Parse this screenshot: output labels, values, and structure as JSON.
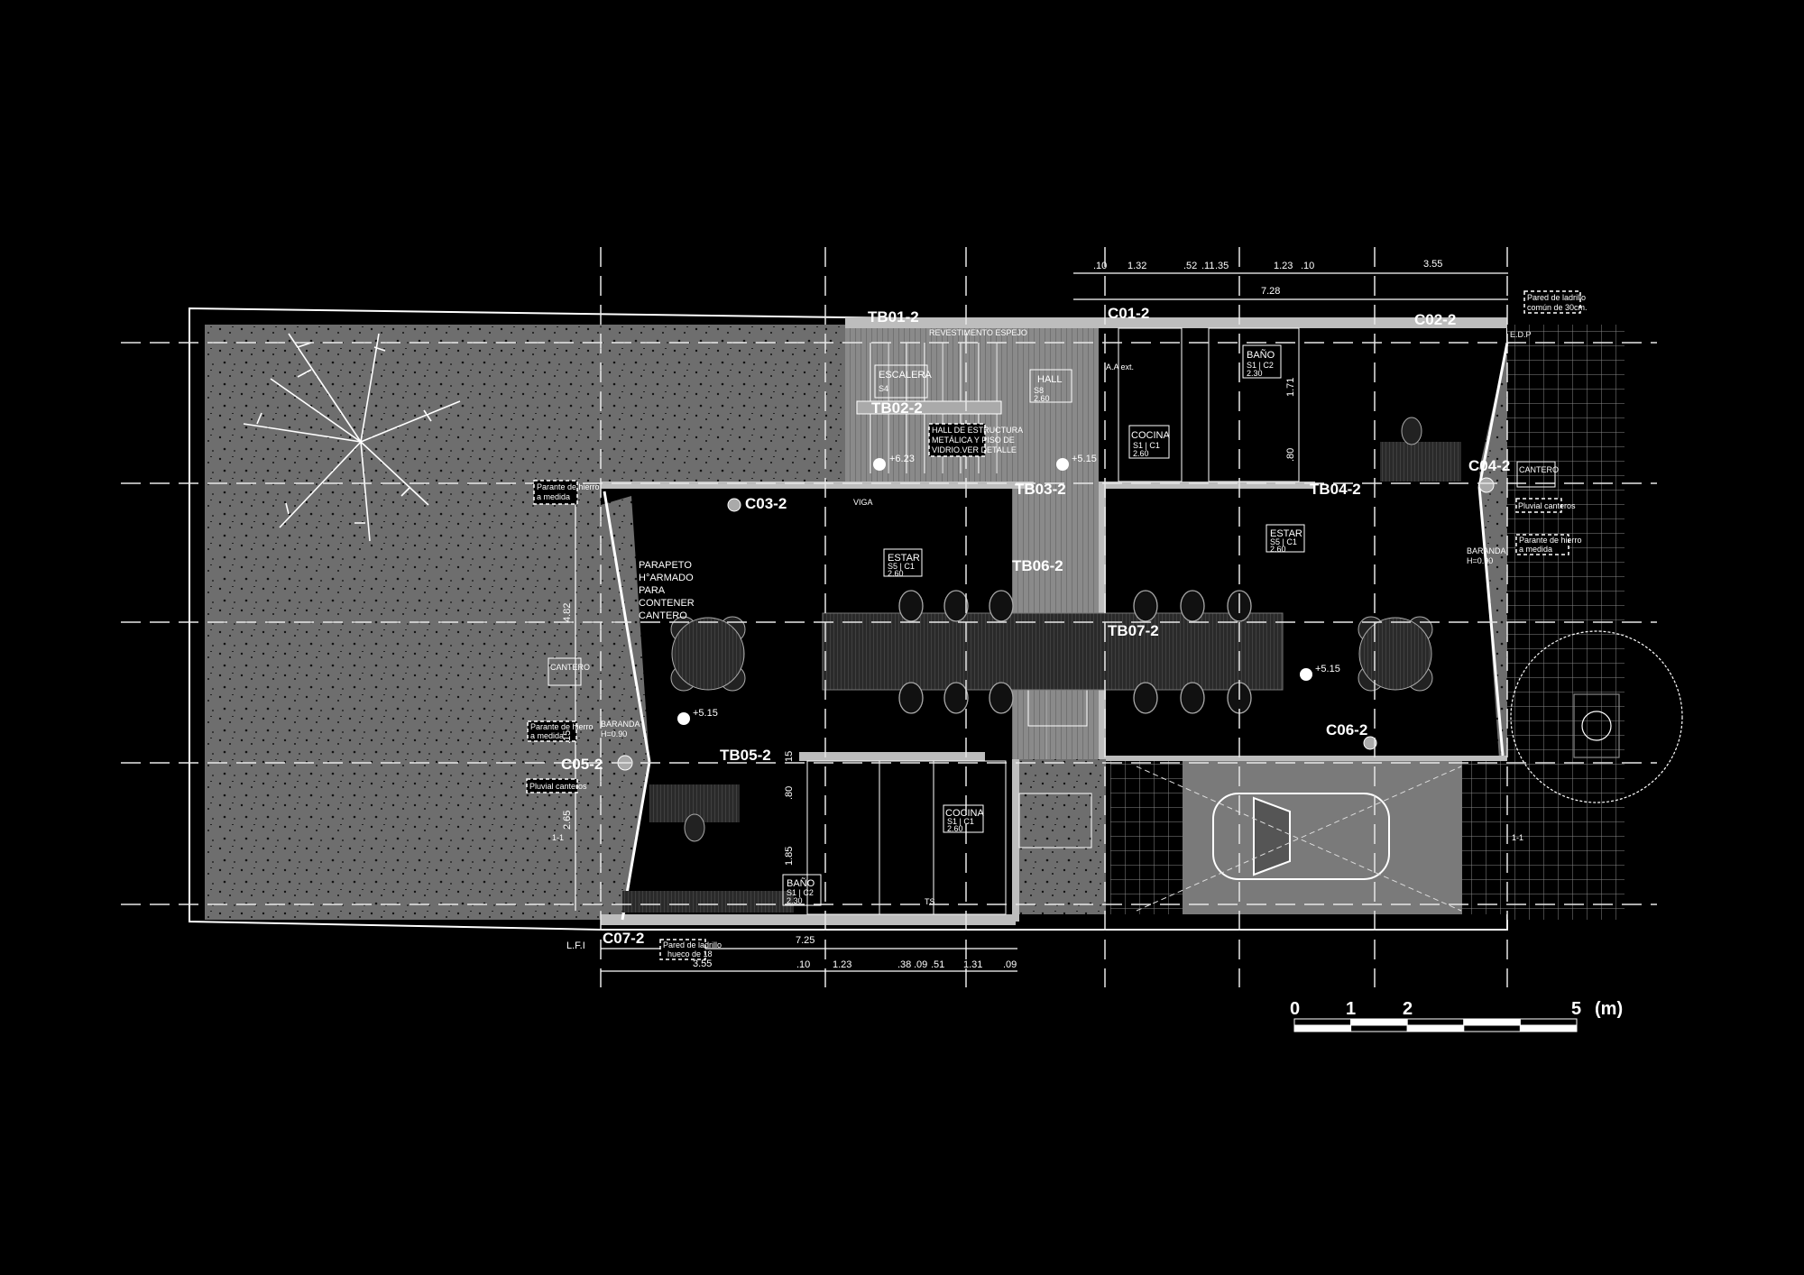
{
  "colors": {
    "background": "#000000",
    "lines": "#ffffff",
    "garden": "#6e6e6e",
    "deck": "#8a8a8a"
  },
  "axes": {
    "TB01": "TB01-2",
    "TB02": "TB02-2",
    "TB03": "TB03-2",
    "TB04": "TB04-2",
    "TB05": "TB05-2",
    "TB06": "TB06-2",
    "TB07": "TB07-2",
    "C01": "C01-2",
    "C02": "C02-2",
    "C03": "C03-2",
    "C04": "C04-2",
    "C05": "C05-2",
    "C06": "C06-2",
    "C07": "C07-2"
  },
  "rooms": {
    "escalera": {
      "name": "ESCALERA",
      "code": "S4"
    },
    "hall": {
      "name": "HALL",
      "code": "S8",
      "height": "2.60"
    },
    "cocina_top": {
      "name": "COCINA",
      "code": "S1 | C1",
      "height": "2.60"
    },
    "bano_top": {
      "name": "BAÑO",
      "code": "S1 | C2",
      "height": "2.30"
    },
    "estar_left": {
      "name": "ESTAR",
      "code": "S5 | C1",
      "height": "2.60"
    },
    "estar_right": {
      "name": "ESTAR",
      "code": "S5 | C1",
      "height": "2.60"
    },
    "bano_bottom": {
      "name": "BAÑO",
      "code": "S1 | C2",
      "height": "2.30"
    },
    "cocina_bottom": {
      "name": "COCINA",
      "code": "S1 | C1",
      "height": "2.60"
    },
    "cantero_left": {
      "name": "CANTERO"
    },
    "cantero_right": {
      "name": "CANTERO"
    }
  },
  "notes": {
    "parapeto": [
      "PARAPETO",
      "H°ARMADO",
      "PARA",
      "CONTENER",
      "CANTERO"
    ],
    "hall_estructura": [
      "HALL DE ESTRUCTURA",
      "METÁLICA Y PISO DE",
      "VIDRIO.VER DETALLE"
    ],
    "revestimiento": "REVESTIMENTO ESPEJO",
    "aa": "A.A ext.",
    "viga": "VIGA",
    "parante": [
      "Parante de hierro",
      "a medida"
    ],
    "pluvial": "Pluvial canteros",
    "pared_comun": [
      "Pared de ladrillo",
      "común de 30cm."
    ],
    "pared_hueco": [
      "Pared de ladrillo",
      "hueco de 18"
    ],
    "baranda": [
      "BARANDA",
      "H=0.90"
    ],
    "edp": "E.D.P",
    "lfi": "L.F.I",
    "ts": "TS",
    "section": "1-1"
  },
  "levels": {
    "stair": "+6.23",
    "hall": "+5.15",
    "left": "+5.15",
    "right": "+5.15"
  },
  "dimensions": {
    "top_total": "7.28",
    "top_parts": [
      ".10",
      "1.32",
      ".52",
      ".11",
      ".35",
      "1.23",
      ".10",
      "3.55"
    ],
    "bottom_total": "7.25",
    "bottom_parts": [
      "3.55",
      ".10",
      "1.23",
      ".38",
      ".09",
      ".51",
      "1.31",
      ".09"
    ],
    "left_4_82": "4.82",
    "left_2_65": "2.65",
    "left_15": ".15",
    "r_1_71": "1.71",
    "r_80": ".80",
    "b_80": ".80",
    "b_1_85": "1.85",
    "b_15": "15"
  },
  "scale_bar": {
    "ticks": [
      "0",
      "1",
      "2",
      "5"
    ],
    "unit": "(m)",
    "max_m": 5
  }
}
